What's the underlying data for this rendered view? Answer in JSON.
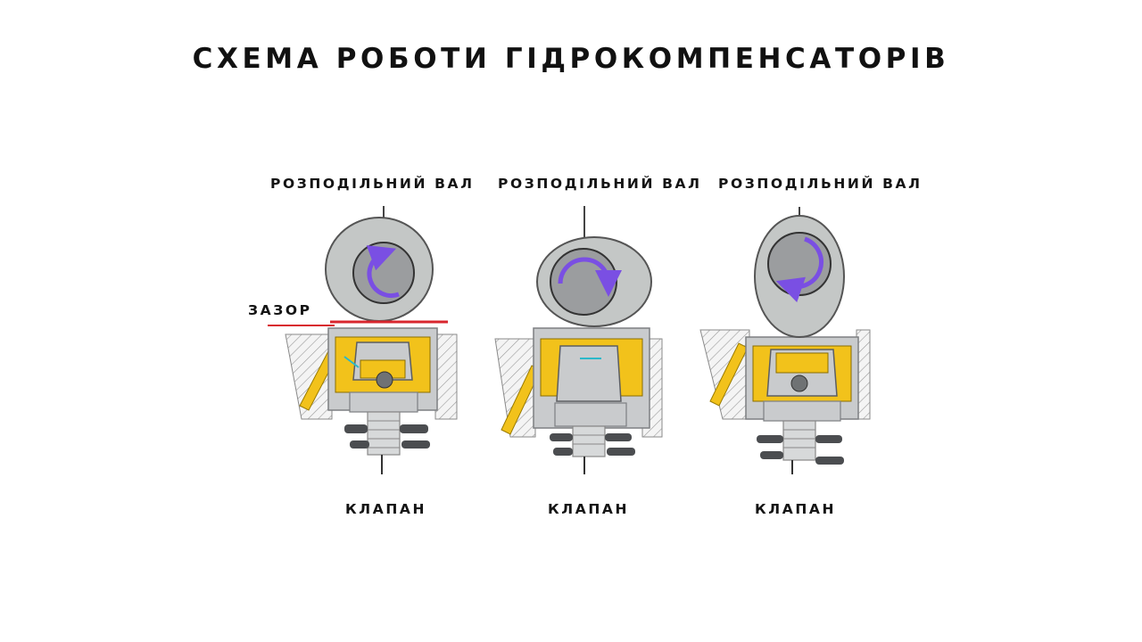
{
  "title": "СХЕМА РОБОТИ ГІДРОКОМПЕНСАТОРІВ",
  "gap_label": "ЗАЗОР",
  "stages": [
    {
      "camshaft_label": "РОЗПОДІЛЬНИЙ ВАЛ",
      "valve_label": "КЛАПАН"
    },
    {
      "camshaft_label": "РОЗПОДІЛЬНИЙ ВАЛ",
      "valve_label": "КЛАПАН"
    },
    {
      "camshaft_label": "РОЗПОДІЛЬНИЙ ВАЛ",
      "valve_label": "КЛАПАН"
    }
  ],
  "colors": {
    "oil": "#f2c21b",
    "metal": "#c9cbcd",
    "metal_dark": "#8e9194",
    "cam": "#c4c7c6",
    "cam_hub": "#9b9d9f",
    "rotation_arrow": "#7a4fe3",
    "gap_line": "#d8262e",
    "flow_arrow": "#2bb8c9"
  }
}
